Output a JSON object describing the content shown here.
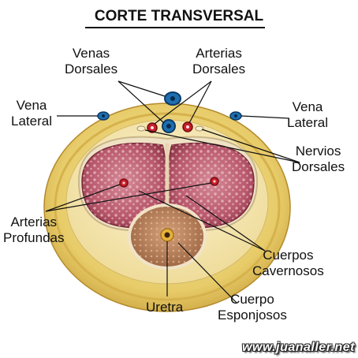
{
  "title": "CORTE TRANSVERSAL",
  "labels": {
    "venas_dorsales": [
      "Venas",
      "Dorsales"
    ],
    "arterias_dorsales": [
      "Arterias",
      "Dorsales"
    ],
    "vena_lateral_left": [
      "Vena",
      "Lateral"
    ],
    "vena_lateral_right": [
      "Vena",
      "Lateral"
    ],
    "nervios_dorsales": [
      "Nervios",
      "Dorsales"
    ],
    "arterias_profundas": [
      "Arterias",
      "Profundas"
    ],
    "cuerpos_cavernosos": [
      "Cuerpos",
      "Cavernosos"
    ],
    "uretra": "Uretra",
    "cuerpo_esponjoso": [
      "Cuerpo",
      "Esponjosos"
    ]
  },
  "watermark": "www.juanaller.net",
  "colors": {
    "outer_skin": "#e9c864",
    "fascia": "#f3e6b0",
    "cavernosum": "#b7566b",
    "spongiosum": "#b07a5a",
    "vein": "#1e6fb0",
    "artery": "#c81e2a"
  }
}
